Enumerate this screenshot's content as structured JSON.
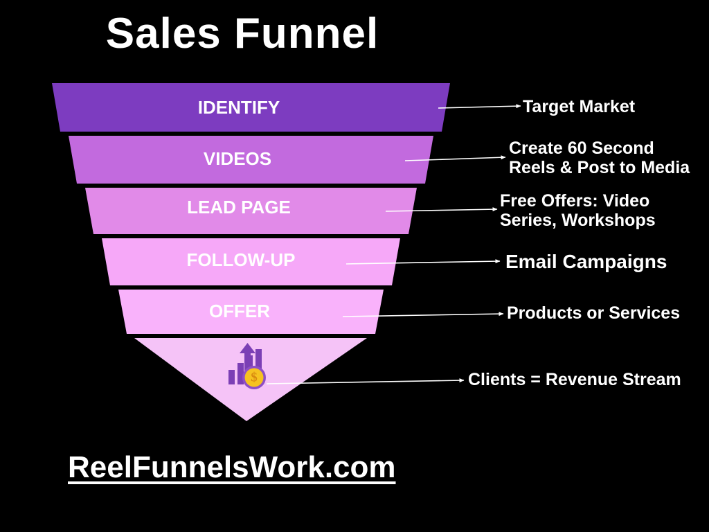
{
  "page": {
    "title": "Sales Funnel",
    "background_color": "#000000",
    "text_color": "#ffffff",
    "footer_url": "ReelFunnelsWork.com"
  },
  "chart_data": {
    "type": "funnel",
    "title": "Sales Funnel",
    "orientation": "inverted-triangle",
    "stage_count": 6,
    "stages": [
      {
        "index": 1,
        "label": "IDENTIFY",
        "color": "#7d3cc0",
        "annotation": "Target Market",
        "annotation_lines": [
          "Target Market"
        ]
      },
      {
        "index": 2,
        "label": "VIDEOS",
        "color": "#c26ade",
        "annotation": "Create 60 Second Reels & Post to Media",
        "annotation_lines": [
          "Create 60 Second",
          "Reels & Post to Media"
        ]
      },
      {
        "index": 3,
        "label": "LEAD PAGE",
        "color": "#e18ae8",
        "annotation": "Free Offers: Video Series, Workshops",
        "annotation_lines": [
          "Free Offers: Video",
          "Series, Workshops"
        ]
      },
      {
        "index": 4,
        "label": "FOLLOW-UP",
        "color": "#f6a8f8",
        "annotation": "Email Campaigns",
        "annotation_lines": [
          "Email Campaigns"
        ]
      },
      {
        "index": 5,
        "label": "OFFER",
        "color": "#f9b2fb",
        "annotation": "Products or Services",
        "annotation_lines": [
          "Products or Services"
        ]
      },
      {
        "index": 6,
        "label": "",
        "color": "#f5c3f7",
        "annotation": "Clients = Revenue Stream",
        "annotation_lines": [
          "Clients = Revenue Stream"
        ],
        "icon": "growth-chart-dollar-icon"
      }
    ],
    "palette": [
      "#7d3cc0",
      "#c26ade",
      "#e18ae8",
      "#f6a8f8",
      "#f9b2fb",
      "#f5c3f7"
    ],
    "icon_colors": {
      "bars": "#7b3fb5",
      "arrow": "#7b3fb5",
      "coin_fill": "#f6c220",
      "coin_ring": "#8e4fc6",
      "coin_symbol": "#d98a10"
    }
  }
}
